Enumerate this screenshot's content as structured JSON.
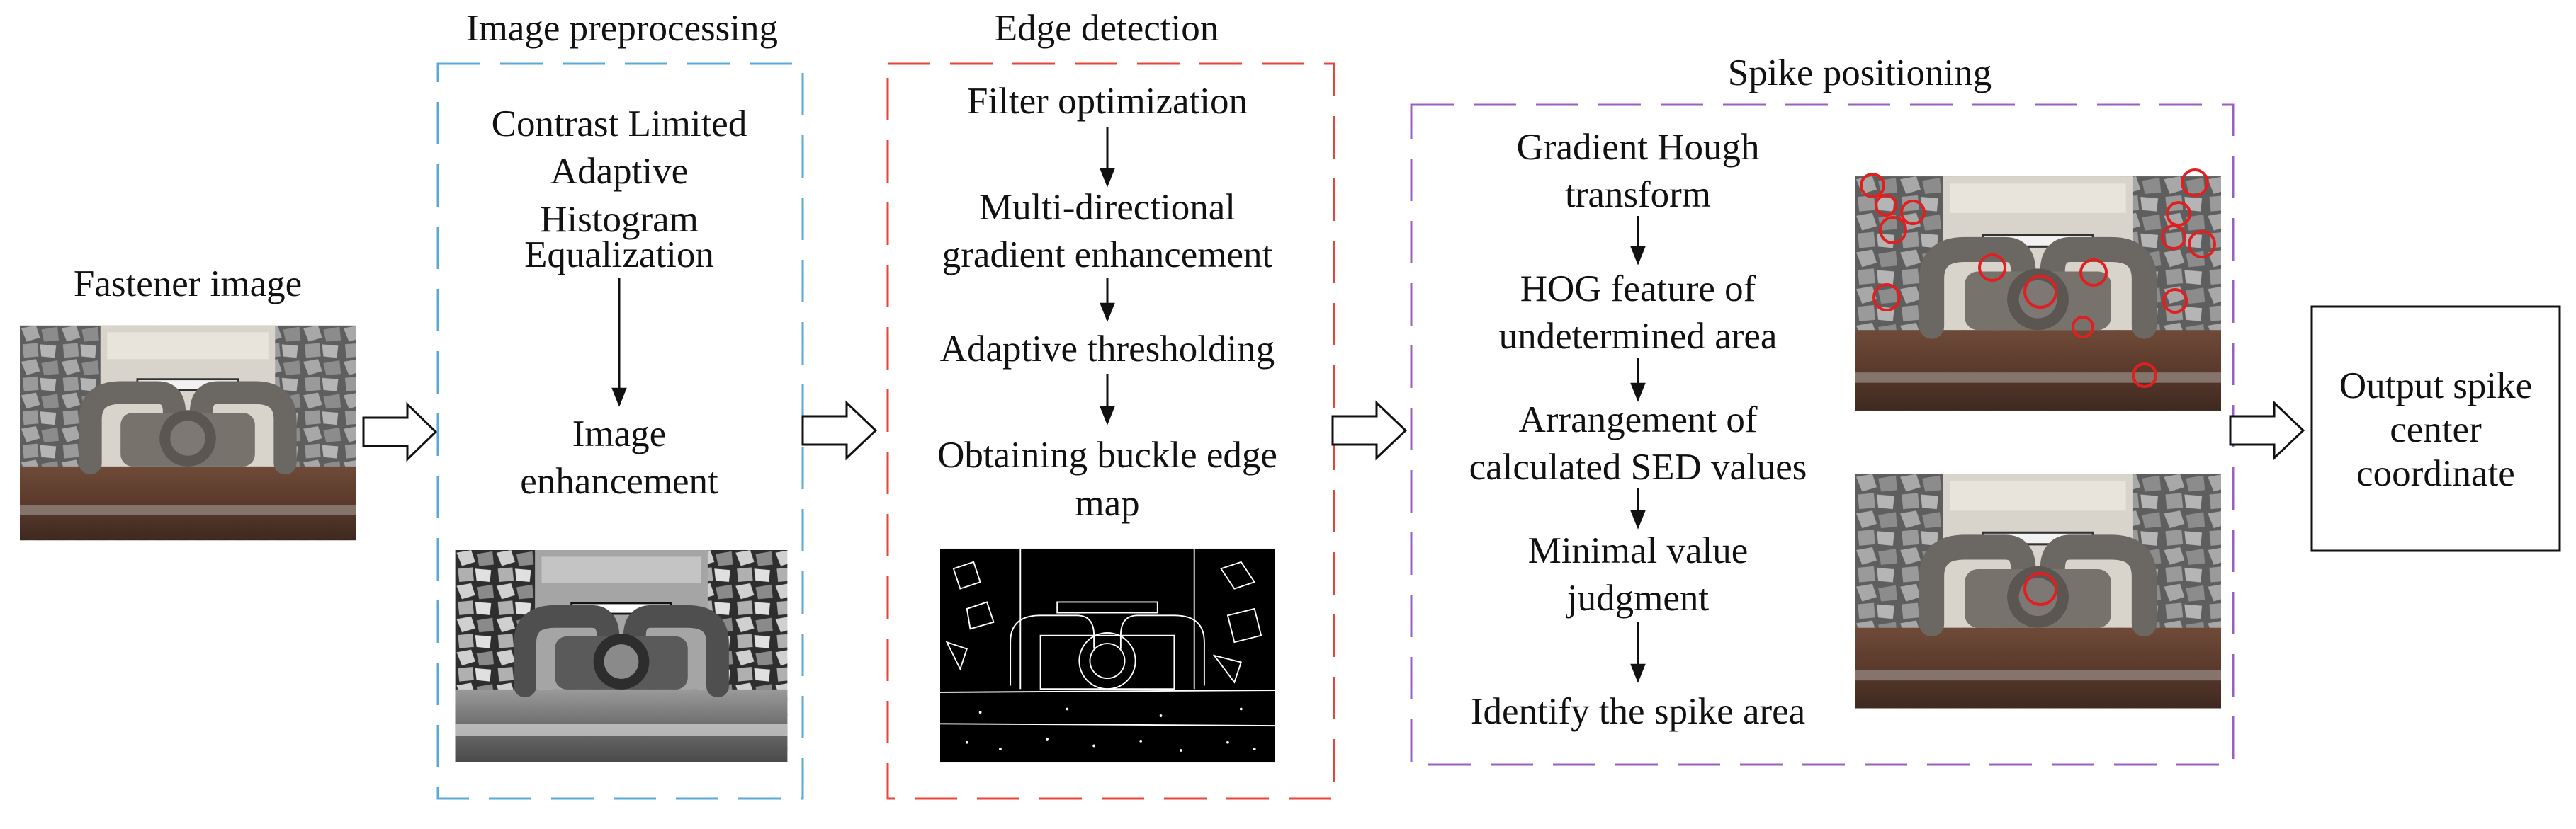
{
  "input": {
    "label": "Fastener image"
  },
  "preprocessing": {
    "title": "Image preprocessing",
    "step1": [
      "Contrast Limited",
      "Adaptive",
      "Histogram",
      "Equalization"
    ],
    "step2": [
      "Image",
      "enhancement"
    ],
    "border_color": "#5aa9d6"
  },
  "edge": {
    "title": "Edge detection",
    "steps": [
      [
        "Filter optimization"
      ],
      [
        "Multi-directional",
        "gradient enhancement"
      ],
      [
        "Adaptive thresholding"
      ],
      [
        "Obtaining buckle edge",
        "map"
      ]
    ],
    "border_color": "#e8443a"
  },
  "spike": {
    "title": "Spike positioning",
    "steps": [
      [
        "Gradient Hough",
        "transform"
      ],
      [
        "HOG feature of",
        "undetermined area"
      ],
      [
        "Arrangement of",
        "calculated SED values"
      ],
      [
        "Minimal value",
        "judgment"
      ],
      [
        "Identify the spike area"
      ]
    ],
    "border_color": "#9b5fc0"
  },
  "output": {
    "label": [
      "Output spike",
      "center",
      "coordinate"
    ]
  }
}
